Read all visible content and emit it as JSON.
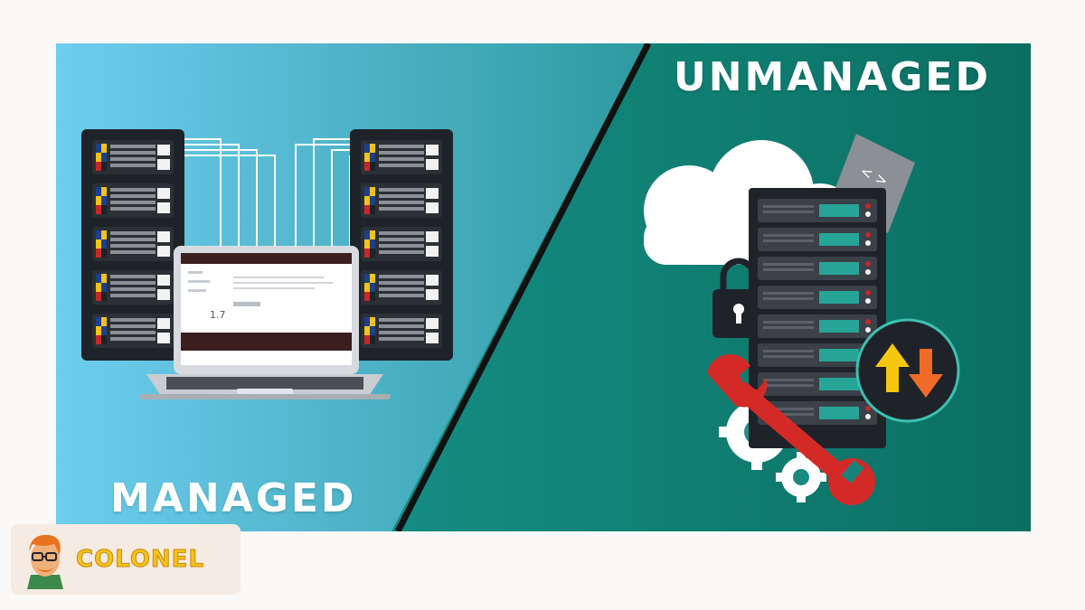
{
  "banner": {
    "left_title": "MANAGED",
    "right_title": "UNMANAGED"
  },
  "laptop_screen": {
    "reading_value": "1.7"
  },
  "brand": {
    "logo_text": "COLONEL"
  },
  "colors": {
    "left_gradient_start": "#6ecdf0",
    "left_gradient_end": "#2e9aa0",
    "right_gradient_start": "#1a9c93",
    "right_gradient_end": "#0b6f62",
    "server_rack": "#1e2329",
    "wrench": "#d42a27",
    "arrow_up": "#f6c70f",
    "arrow_down": "#f06a28",
    "logo_text": "#f3c21b"
  },
  "icons": [
    "server-rack-icon",
    "laptop-icon",
    "cloud-icon",
    "padlock-icon",
    "wrench-icon",
    "gear-icon",
    "code-tag-icon",
    "transfer-arrows-icon",
    "colonel-mascot-icon"
  ]
}
